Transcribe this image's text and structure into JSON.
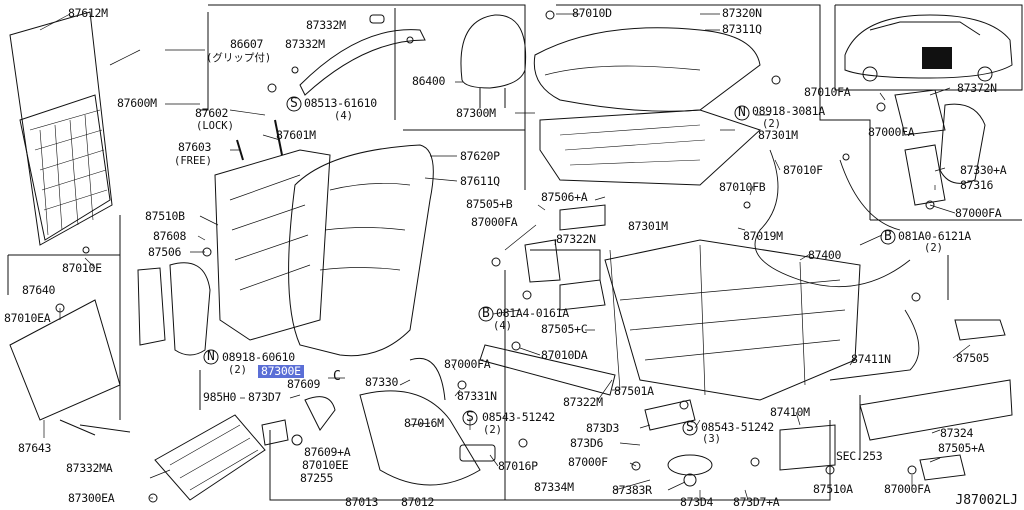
{
  "diagram_code": "J87002LJ",
  "highlight_letter": "C",
  "sec_label": "SEC.253",
  "parts": [
    {
      "id": "p1",
      "text": "87612M"
    },
    {
      "id": "p2",
      "text": "87332M"
    },
    {
      "id": "p3",
      "text": "86607"
    },
    {
      "id": "p4",
      "text": "(グリップ付)"
    },
    {
      "id": "p5",
      "text": "87332M"
    },
    {
      "id": "p6",
      "text": "87600M"
    },
    {
      "id": "p7",
      "text": "87602"
    },
    {
      "id": "p8",
      "text": "(LOCK)"
    },
    {
      "id": "p9",
      "text": "08513-61610"
    },
    {
      "id": "p10",
      "text": "(4)"
    },
    {
      "id": "p11",
      "text": "87603"
    },
    {
      "id": "p12",
      "text": "(FREE)"
    },
    {
      "id": "p13",
      "text": "87601M"
    },
    {
      "id": "p14",
      "text": "87620P"
    },
    {
      "id": "p15",
      "text": "87611Q"
    },
    {
      "id": "p16",
      "text": "87510B"
    },
    {
      "id": "p17",
      "text": "87608"
    },
    {
      "id": "p18",
      "text": "87506"
    },
    {
      "id": "p19",
      "text": "87010E"
    },
    {
      "id": "p20",
      "text": "87640"
    },
    {
      "id": "p21",
      "text": "87010EA"
    },
    {
      "id": "p22",
      "text": "08918-60610"
    },
    {
      "id": "p23",
      "text": "(2)"
    },
    {
      "id": "p24",
      "text": "87300E"
    },
    {
      "id": "p25",
      "text": "87609"
    },
    {
      "id": "p26",
      "text": "873D7"
    },
    {
      "id": "p27",
      "text": "985H0"
    },
    {
      "id": "p28",
      "text": "87643"
    },
    {
      "id": "p29",
      "text": "87332MA"
    },
    {
      "id": "p30",
      "text": "87300EA"
    },
    {
      "id": "p31",
      "text": "87609+A"
    },
    {
      "id": "p32",
      "text": "87010EE"
    },
    {
      "id": "p33",
      "text": "87255"
    },
    {
      "id": "p34",
      "text": "87013"
    },
    {
      "id": "p35",
      "text": "87012"
    },
    {
      "id": "p36",
      "text": "87010D"
    },
    {
      "id": "p37",
      "text": "87320N"
    },
    {
      "id": "p38",
      "text": "87311Q"
    },
    {
      "id": "p39",
      "text": "86400"
    },
    {
      "id": "p40",
      "text": "87300M"
    },
    {
      "id": "p41",
      "text": "08918-3081A"
    },
    {
      "id": "p42",
      "text": "(2)"
    },
    {
      "id": "p43",
      "text": "87301M"
    },
    {
      "id": "p44",
      "text": "87010FA"
    },
    {
      "id": "p45",
      "text": "87372N"
    },
    {
      "id": "p46",
      "text": "87000FA"
    },
    {
      "id": "p47",
      "text": "87330+A"
    },
    {
      "id": "p48",
      "text": "87316"
    },
    {
      "id": "p49",
      "text": "87000FA"
    },
    {
      "id": "p50",
      "text": "87010F"
    },
    {
      "id": "p51",
      "text": "87010FB"
    },
    {
      "id": "p52",
      "text": "87506+A"
    },
    {
      "id": "p53",
      "text": "87505+B"
    },
    {
      "id": "p54",
      "text": "87000FA"
    },
    {
      "id": "p55",
      "text": "87322N"
    },
    {
      "id": "p56",
      "text": "87301M"
    },
    {
      "id": "p57",
      "text": "87019M"
    },
    {
      "id": "p58",
      "text": "081A0-6121A"
    },
    {
      "id": "p59",
      "text": "(2)"
    },
    {
      "id": "p60",
      "text": "87400"
    },
    {
      "id": "p61",
      "text": "081A4-0161A"
    },
    {
      "id": "p62",
      "text": "(4)"
    },
    {
      "id": "p63",
      "text": "87505+C"
    },
    {
      "id": "p64",
      "text": "87010DA"
    },
    {
      "id": "p65",
      "text": "87000FA"
    },
    {
      "id": "p66",
      "text": "87330"
    },
    {
      "id": "p67",
      "text": "87331N"
    },
    {
      "id": "p68",
      "text": "87322M"
    },
    {
      "id": "p69",
      "text": "87501A"
    },
    {
      "id": "p70",
      "text": "87411N"
    },
    {
      "id": "p71",
      "text": "87505"
    },
    {
      "id": "p72",
      "text": "08543-51242"
    },
    {
      "id": "p73",
      "text": "(2)"
    },
    {
      "id": "p74",
      "text": "87016M"
    },
    {
      "id": "p75",
      "text": "87016P"
    },
    {
      "id": "p76",
      "text": "873D3"
    },
    {
      "id": "p77",
      "text": "873D6"
    },
    {
      "id": "p78",
      "text": "87000F"
    },
    {
      "id": "p79",
      "text": "08543-51242"
    },
    {
      "id": "p80",
      "text": "(3)"
    },
    {
      "id": "p81",
      "text": "87410M"
    },
    {
      "id": "p82",
      "text": "87324"
    },
    {
      "id": "p83",
      "text": "87505+A"
    },
    {
      "id": "p84",
      "text": "87334M"
    },
    {
      "id": "p85",
      "text": "87383R"
    },
    {
      "id": "p86",
      "text": "873D4"
    },
    {
      "id": "p87",
      "text": "873D7+A"
    },
    {
      "id": "p88",
      "text": "87510A"
    },
    {
      "id": "p89",
      "text": "87000FA"
    }
  ]
}
